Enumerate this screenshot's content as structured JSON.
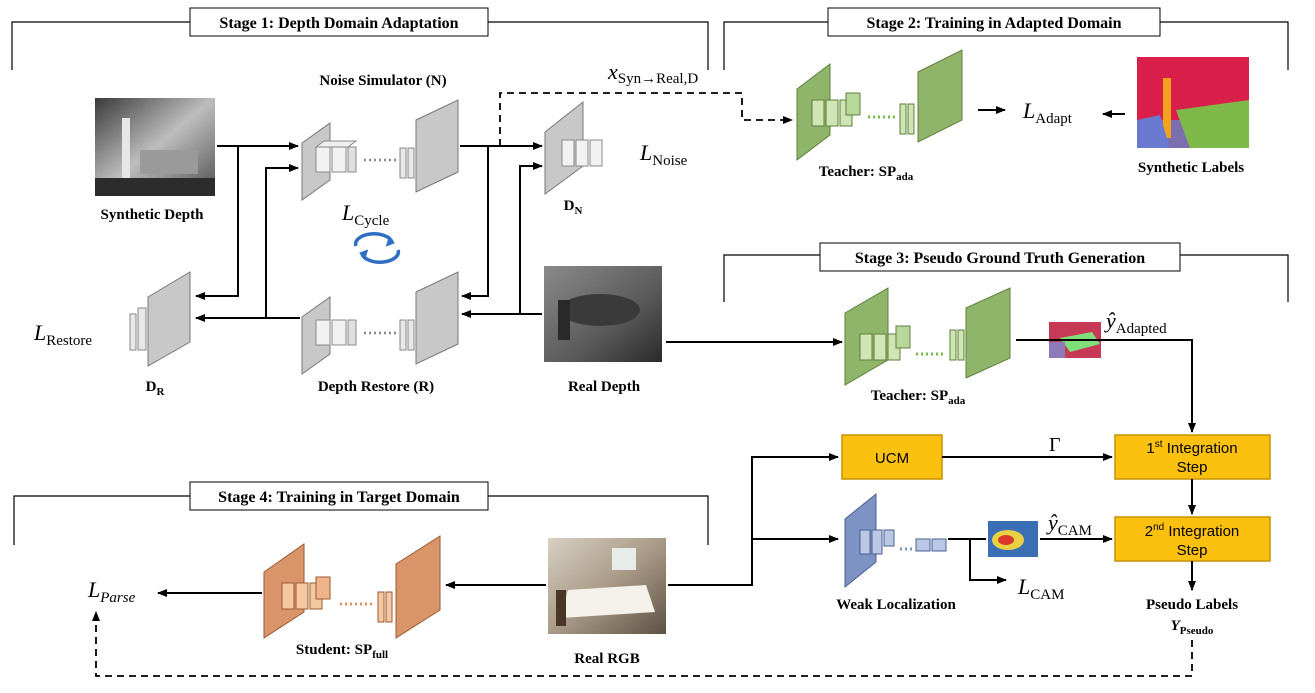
{
  "stages": {
    "s1": "Stage 1: Depth Domain Adaptation",
    "s2": "Stage 2: Training in Adapted Domain",
    "s3": "Stage 3: Pseudo Ground Truth Generation",
    "s4": "Stage 4: Training in Target Domain"
  },
  "labels": {
    "synthetic_depth": "Synthetic Depth",
    "real_depth": "Real Depth",
    "real_rgb": "Real RGB",
    "synthetic_labels": "Synthetic Labels",
    "noise_simulator": "Noise Simulator (N)",
    "depth_restore": "Depth Restore (R)",
    "d_n": "D",
    "d_n_sub": "N",
    "d_r": "D",
    "d_r_sub": "R",
    "teacher": "Teacher: SP",
    "teacher_sub": "ada",
    "student": "Student: SP",
    "student_sub": "full",
    "weak_localization": "Weak Localization",
    "pseudo_labels": "Pseudo Labels",
    "y_pseudo": "Y",
    "y_pseudo_sub": "Pseudo"
  },
  "math": {
    "l_noise": "L",
    "l_noise_sub": "Noise",
    "l_cycle": "L",
    "l_cycle_sub": "Cycle",
    "l_restore": "L",
    "l_restore_sub": "Restore",
    "l_adapt": "L",
    "l_adapt_sub": "Adapt",
    "l_cam": "L",
    "l_cam_sub": "CAM",
    "l_parse": "L",
    "l_parse_sub": "Parse",
    "x_syn": "x",
    "x_syn_sub": "Syn→Real,D",
    "y_adapted": "ŷ",
    "y_adapted_sub": "Adapted",
    "y_cam": "ŷ",
    "y_cam_sub": "CAM",
    "gamma": "Γ"
  },
  "boxes": {
    "ucm": "UCM",
    "int1_sup": "st",
    "int1_pre": "1",
    "int1_rest": " Integration",
    "int1_line2": "Step",
    "int2_sup": "nd",
    "int2_pre": "2",
    "int2_rest": " Integration",
    "int2_line2": "Step"
  },
  "colors": {
    "gray_net": "#c8c8c8",
    "green_net": "#8fb56a",
    "blue_net": "#7d93c4",
    "orange_net": "#d9946a",
    "box_fill": "#fcc00f",
    "box_stroke": "#c79200"
  }
}
